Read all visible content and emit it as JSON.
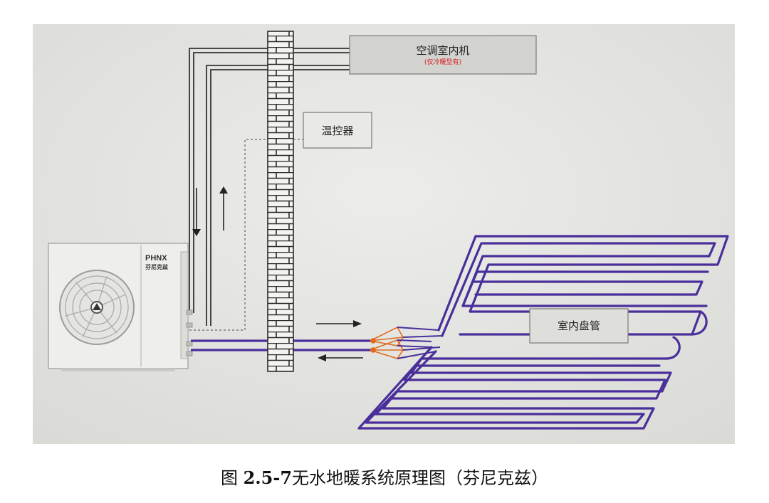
{
  "labels": {
    "ac_unit": "空调室内机",
    "ac_unit_note": "(仅冷暖型有)",
    "thermostat": "温控器",
    "floor_coil": "室内盘管",
    "brand_top": "PHNX",
    "brand_bottom": "芬尼克兹"
  },
  "caption": {
    "prefix": "图",
    "number": "2.5-7",
    "title": "无水地暖系统原理图（芬尼克兹）"
  },
  "colors": {
    "background": "#e6e7e3",
    "pipe": "#4a2e9a",
    "wire": "#333333",
    "brick": "#f3f3ef",
    "connector": "#e06a1c",
    "note_red": "#d62020"
  }
}
